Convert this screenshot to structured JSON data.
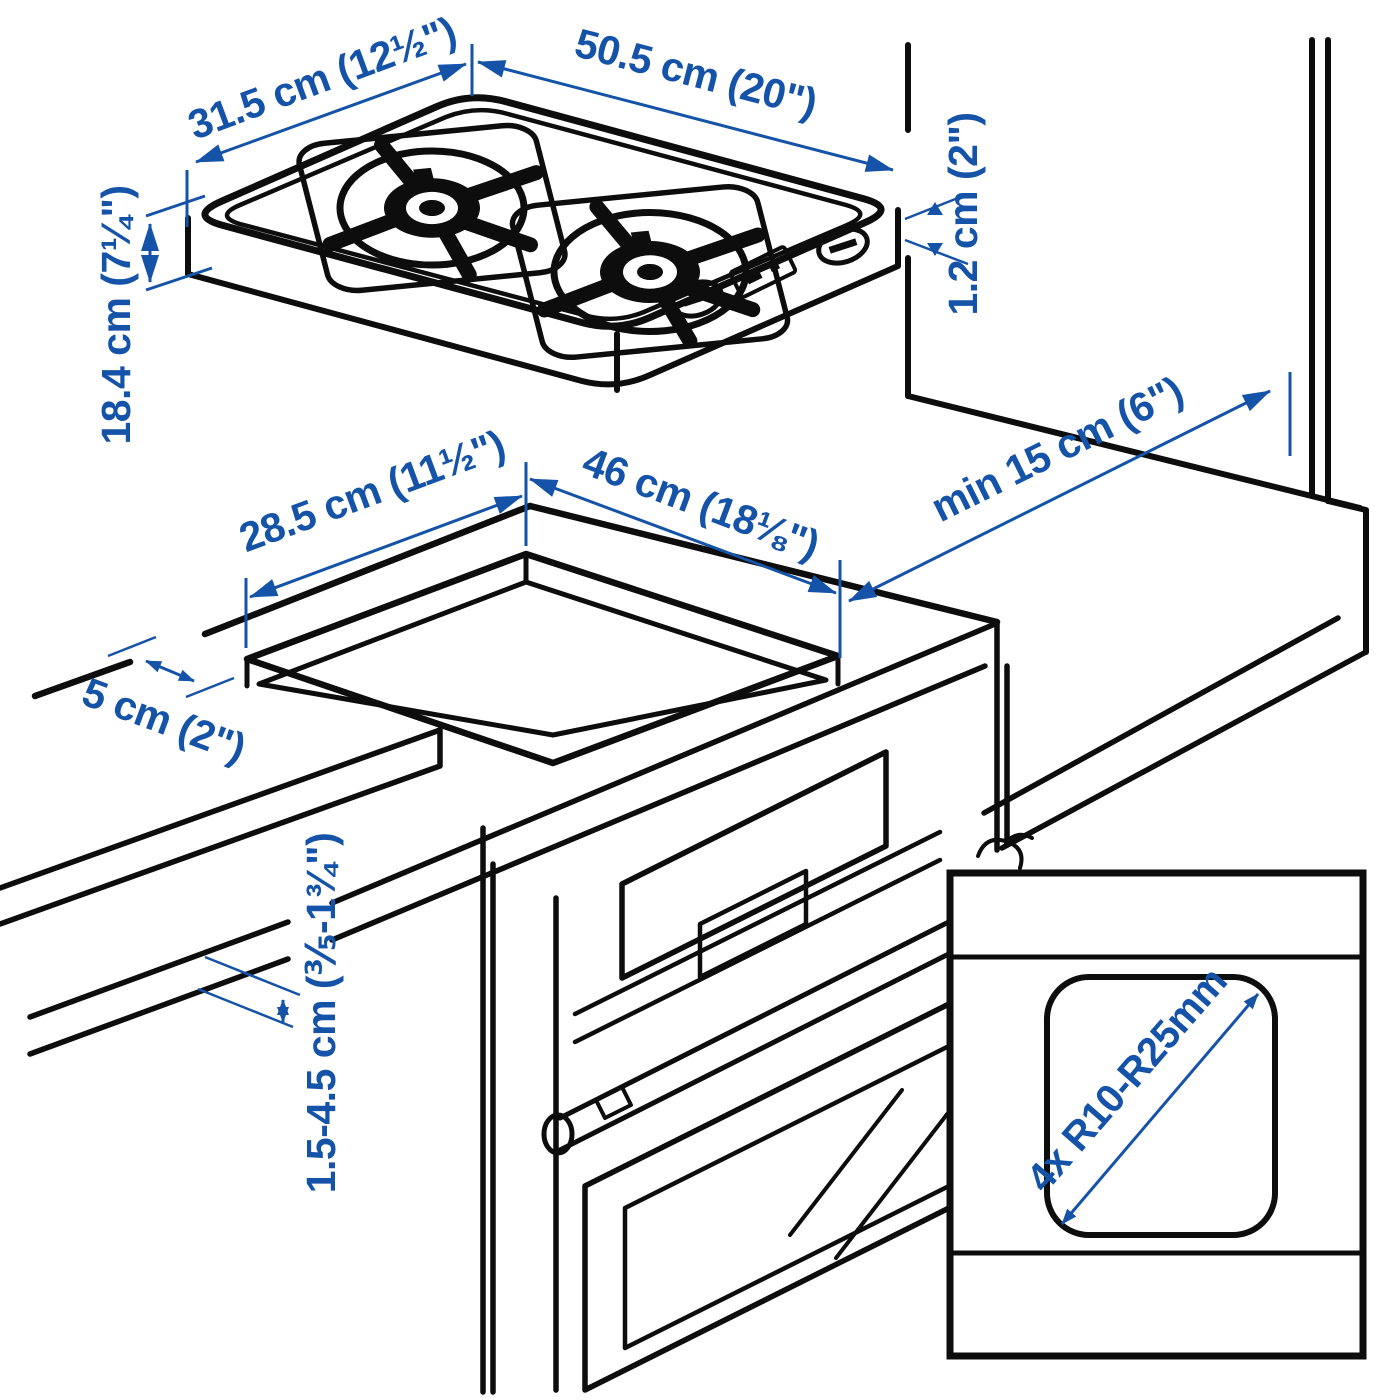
{
  "colors": {
    "line": "#0d0d0d",
    "dimension_blue": "#1453a8",
    "background": "#ffffff"
  },
  "diagram": {
    "kind": "hob-installation-dimensions",
    "labels": {
      "hob_depth": "31.5 cm (12½\")",
      "hob_width": "50.5 cm (20\")",
      "hob_height": "18.4 cm (7¼\")",
      "hob_rim_thickness": "1.2 cm (2\")",
      "cutout_depth": "28.5 cm (11½\")",
      "cutout_width": "46 cm (18⅛\")",
      "wall_clearance": "min 15 cm (6\")",
      "front_edge_clearance": "5 cm (2\")",
      "worktop_thickness": "1.5-4.5 cm (⅗-1¾\")",
      "cutout_corner_radius": "4x R10-R25mm"
    }
  }
}
